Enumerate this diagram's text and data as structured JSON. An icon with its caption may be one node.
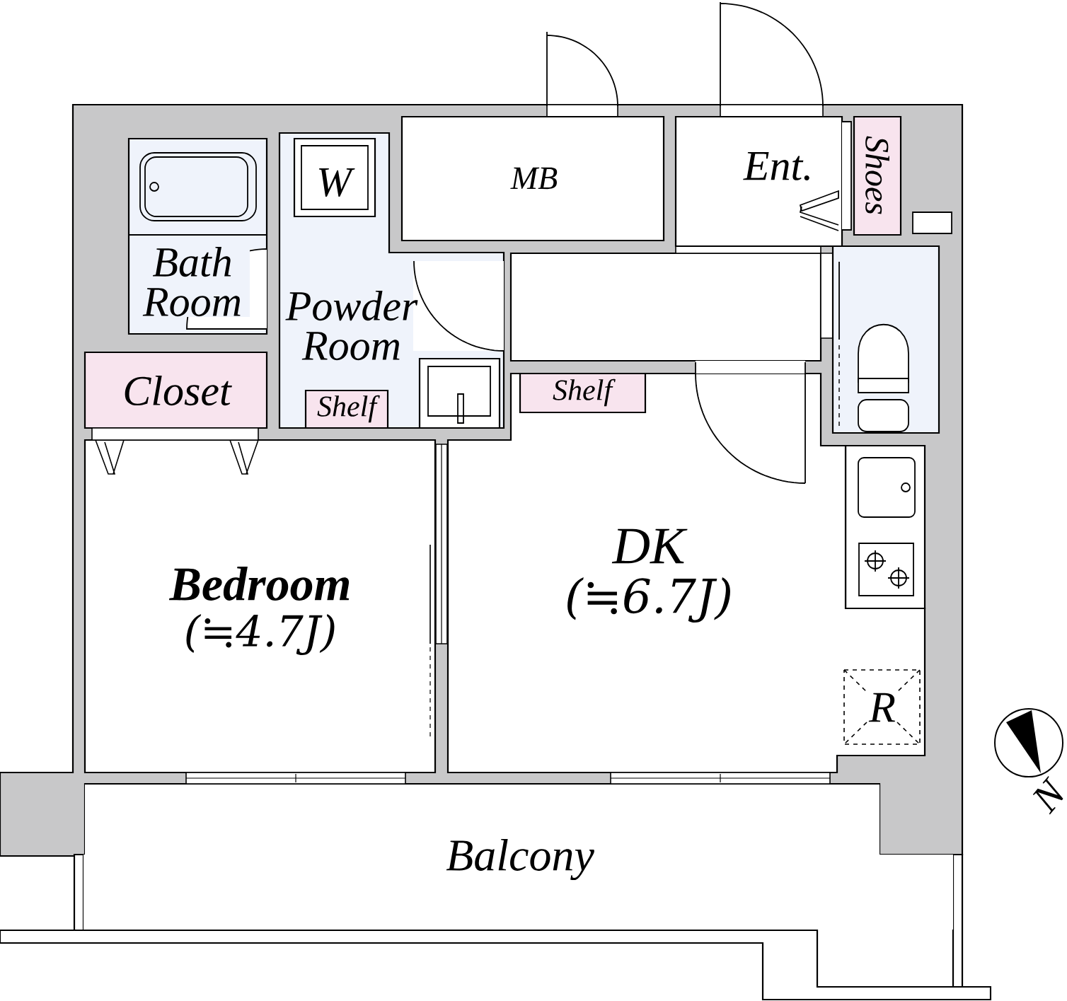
{
  "diagram": {
    "nodes": [
      {
        "text": [
          "Bath Room"
        ]
      },
      {
        "text": [
          "Powder Room"
        ]
      },
      {
        "text": [
          "W"
        ],
        "in": 1
      },
      {
        "text": [
          "Shelf"
        ],
        "in": 1
      },
      {
        "text": [
          "MB"
        ]
      },
      {
        "text": [
          "Ent."
        ]
      },
      {
        "text": [
          "Shoes"
        ]
      },
      {
        "text": [
          "Closet"
        ]
      },
      {
        "text": [
          "Bedroom",
          "(≒4.7J)"
        ]
      },
      {
        "text": [
          "DK",
          "(≒6.7J)"
        ]
      },
      {
        "text": [
          "Shelf"
        ],
        "in": 9
      },
      {
        "text": [
          "R"
        ],
        "in": 9
      },
      {
        "text": [
          "Balcony"
        ]
      },
      {
        "text": [],
        "shape": "box",
        "in": 1
      }
    ],
    "labels": [
      "N"
    ]
  }
}
